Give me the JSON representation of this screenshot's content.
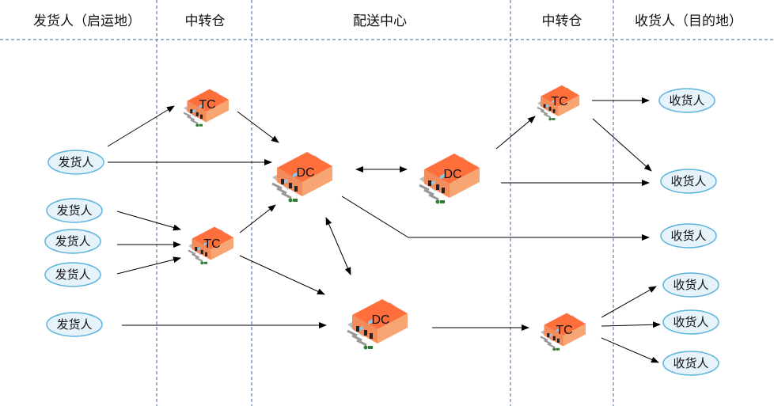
{
  "headers": {
    "shipper": "发货人（启运地）",
    "transit_left": "中转仓",
    "distribution_center": "配送中心",
    "transit_right": "中转仓",
    "consignee": "收货人（目的地）"
  },
  "facility_codes": {
    "tc": "TC",
    "dc": "DC"
  },
  "shippers": [
    "发货人",
    "发货人",
    "发货人",
    "发货人",
    "发货人"
  ],
  "consignees": [
    "收货人",
    "收货人",
    "收货人",
    "收货人",
    "收货人",
    "收货人"
  ],
  "colors": {
    "warehouse_front": "#f48b5a",
    "warehouse_side": "#f7a673",
    "warehouse_roof": "#ff6f3c",
    "node_fill": "#e6f3fb",
    "node_stroke": "#5bb3dc",
    "divider": "#3a6ea5"
  }
}
